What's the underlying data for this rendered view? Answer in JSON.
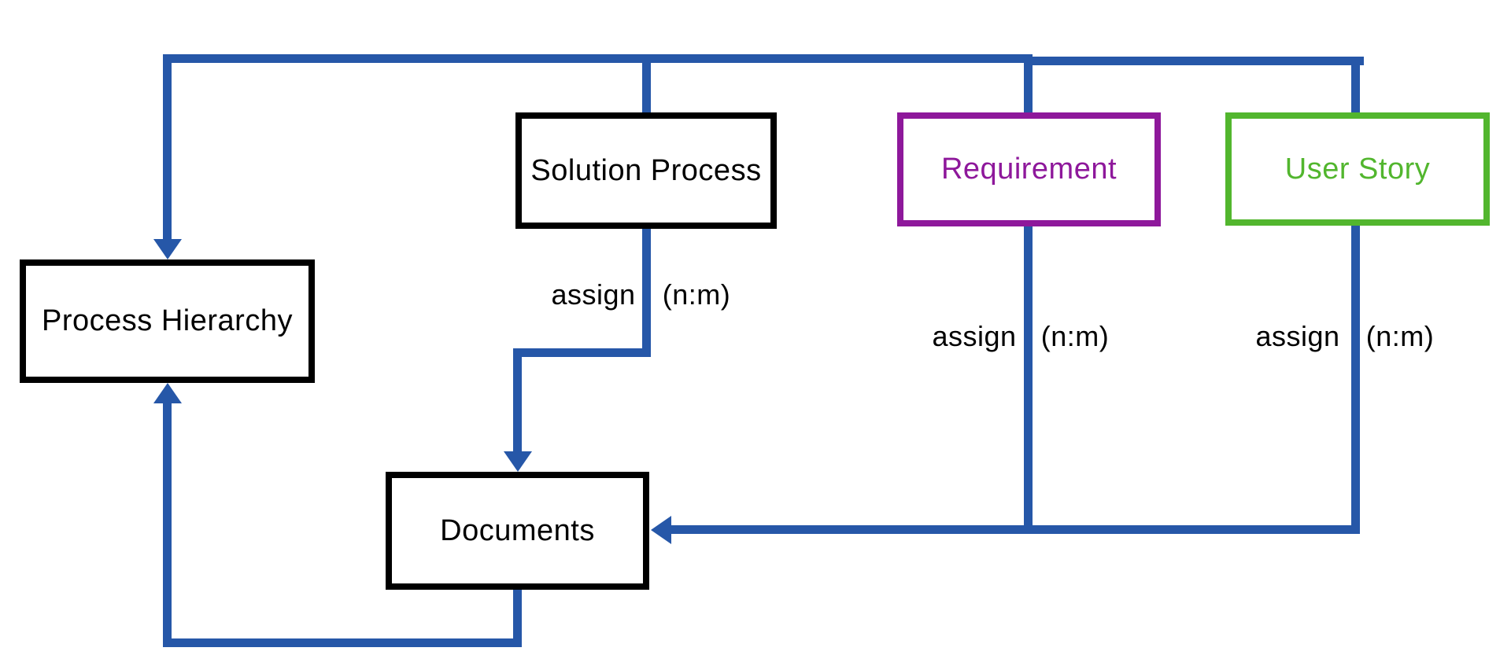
{
  "diagram": {
    "nodes": [
      {
        "id": "solution-process",
        "label": "Solution Process",
        "color": "#000000"
      },
      {
        "id": "requirement",
        "label": "Requirement",
        "color": "#8E189B"
      },
      {
        "id": "user-story",
        "label": "User Story",
        "color": "#52B62E"
      },
      {
        "id": "process-hierarchy",
        "label": "Process Hierarchy",
        "color": "#000000"
      },
      {
        "id": "documents",
        "label": "Documents",
        "color": "#000000"
      }
    ],
    "edges": [
      {
        "id": "top-trunk-to-process-hierarchy",
        "from": [
          "solution-process",
          "requirement",
          "user-story"
        ],
        "to": "process-hierarchy",
        "arrow": "into process-hierarchy top",
        "verb": "",
        "cardinality": ""
      },
      {
        "id": "solution-process-to-documents",
        "from": "solution-process",
        "to": "documents",
        "arrow": "into documents top",
        "verb": "assign",
        "cardinality": "(n:m)"
      },
      {
        "id": "requirement-to-documents",
        "from": "requirement",
        "to": "documents",
        "arrow": "into documents right side",
        "verb": "assign",
        "cardinality": "(n:m)"
      },
      {
        "id": "user-story-to-documents",
        "from": "user-story",
        "to": "documents",
        "arrow": "into documents right side",
        "verb": "assign",
        "cardinality": "(n:m)"
      },
      {
        "id": "documents-to-process-hierarchy",
        "from": "documents",
        "to": "process-hierarchy",
        "arrow": "into process-hierarchy bottom",
        "verb": "",
        "cardinality": ""
      }
    ],
    "colors": {
      "connector": "#2657A8",
      "black": "#000000",
      "purple": "#8E189B",
      "green": "#52B62E",
      "text": "#000000",
      "background": "#FFFFFF"
    }
  }
}
